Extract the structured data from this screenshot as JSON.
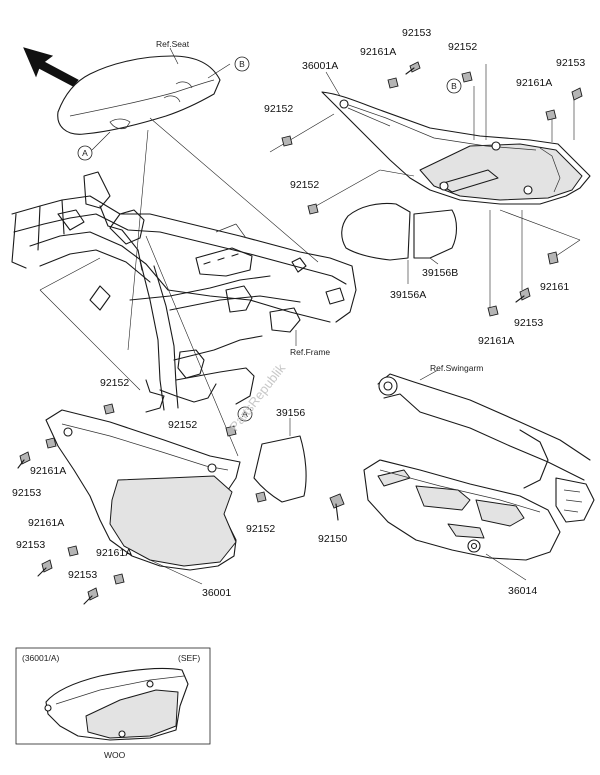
{
  "refs": {
    "seat": "Ref.Seat",
    "frame": "Ref.Frame",
    "swingarm": "Ref.Swingarm"
  },
  "callouts": {
    "a": "A",
    "b": "B"
  },
  "parts": {
    "p36001A": "36001A",
    "p92161A_top": "92161A",
    "p92153_top": "92153",
    "p92152_top": "92152",
    "p92153_topright": "92153",
    "p92161A_topright": "92161A",
    "p92152_mid": "92152",
    "p92152_upper": "92152",
    "p39156B": "39156B",
    "p39156A": "39156A",
    "p92161": "92161",
    "p92153_right": "92153",
    "p92161A_right": "92161A",
    "p92152_left": "92152",
    "p92152_center": "92152",
    "p39156": "39156",
    "p92161A_left": "92161A",
    "p92153_left": "92153",
    "p92152_lower": "92152",
    "p92161A_bl": "92161A",
    "p92153_bl": "92153",
    "p92161A_bm": "92161A",
    "p92153_bm": "92153",
    "p36001": "36001",
    "p92150": "92150",
    "p36014": "36014"
  },
  "inset": {
    "title": "(36001/A)",
    "tag": "(SEF)",
    "caption": "WOO"
  },
  "watermark": "PartsRepublik"
}
